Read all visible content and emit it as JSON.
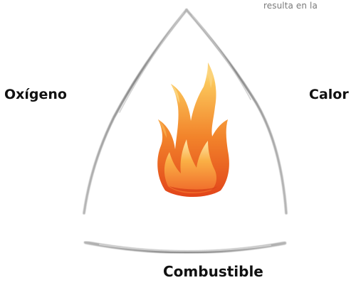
{
  "caption": "resulta en la",
  "labels": {
    "left": "Oxígeno",
    "right": "Calor",
    "bottom": "Combustible"
  },
  "icons": {
    "center": "flame-icon"
  },
  "colors": {
    "stroke": "#9a9a9a",
    "flame_outer": "#e8521c",
    "flame_mid": "#f59b2b",
    "flame_inner": "#fde08a",
    "text": "#111111"
  }
}
